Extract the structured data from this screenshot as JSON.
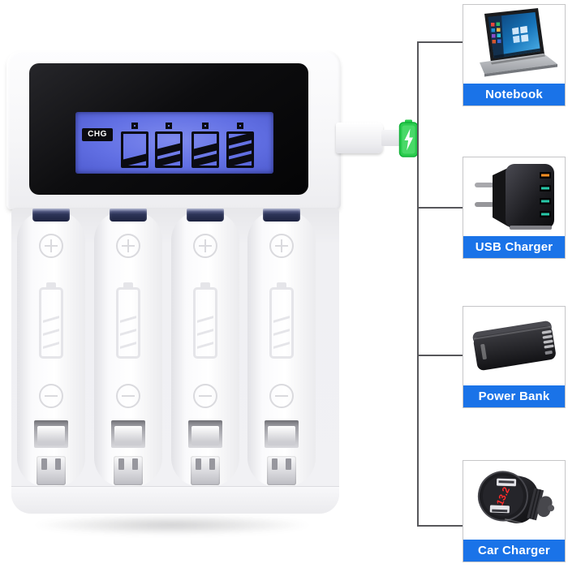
{
  "charger": {
    "type": "4-bay battery charger with LCD",
    "lcd": {
      "mode_label": "CHG",
      "battery_levels": [
        1,
        2,
        2,
        3
      ],
      "segments_max": 3
    },
    "slots": {
      "count": 4,
      "positive_symbol": "+",
      "negative_symbol": "−"
    }
  },
  "connection": {
    "charging_indicator": "green-battery-with-lightning-bolt",
    "line_color": "#57575b"
  },
  "power_sources": [
    {
      "label": "Notebook"
    },
    {
      "label": "USB Charger"
    },
    {
      "label": "Power Bank"
    },
    {
      "label": "Car Charger",
      "led_display": "13.2"
    }
  ],
  "colors": {
    "label_bar_blue": "#1a73e8",
    "lcd_screen_blue": "#6270e4",
    "indicator_green": "#2bcc4e",
    "card_border": "#c6c6c8"
  }
}
